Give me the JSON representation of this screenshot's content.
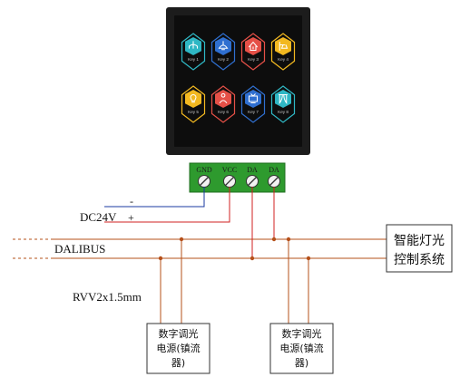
{
  "panel": {
    "keys": [
      {
        "label": "Key 1",
        "color": "#2fb7c4",
        "icon": "chandelier-icon"
      },
      {
        "label": "Key 2",
        "color": "#2f6fd0",
        "icon": "ceiling-lamp-icon"
      },
      {
        "label": "Key 3",
        "color": "#e55047",
        "icon": "house-lamp-icon"
      },
      {
        "label": "Key 4",
        "color": "#f2b820",
        "icon": "wall-lamp-icon"
      },
      {
        "label": "Key 5",
        "color": "#f2b820",
        "icon": "bulb-icon"
      },
      {
        "label": "Key 6",
        "color": "#e55047",
        "icon": "person-icon"
      },
      {
        "label": "Key 7",
        "color": "#2f6fd0",
        "icon": "tv-icon"
      },
      {
        "label": "Key 8",
        "color": "#2fb7c4",
        "icon": "curtain-icon"
      }
    ]
  },
  "terminal_block": {
    "labels": [
      "GND",
      "VCC",
      "DA",
      "DA"
    ],
    "color": "#2e9a2e"
  },
  "power": {
    "label": "DC24V",
    "minus": "-",
    "plus": "+",
    "minus_color": "#1a3aa0",
    "plus_color": "#d02020"
  },
  "bus": {
    "label": "DALIBUS",
    "color": "#b5501a"
  },
  "cable": {
    "label": "RVV2x1.5mm"
  },
  "control_system": {
    "line1": "智能灯光",
    "line2": "控制系统"
  },
  "drivers": [
    {
      "line1": "数字调光",
      "line2": "电源(镇流",
      "line3": "器)"
    },
    {
      "line1": "数字调光",
      "line2": "电源(镇流",
      "line3": "器)"
    }
  ]
}
